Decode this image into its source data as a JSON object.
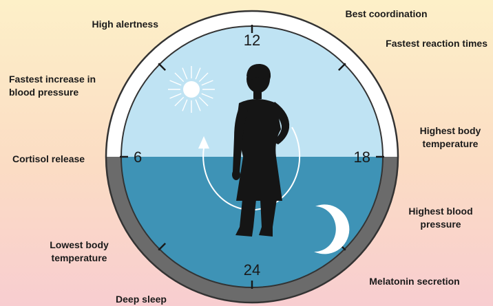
{
  "clock": {
    "hours": {
      "top": "12",
      "left": "6",
      "right": "18",
      "bottom": "24"
    },
    "colors": {
      "sky": "#bfe3f3",
      "water": "#3e93b6",
      "day_rim": "#ffffff",
      "night_rim": "#6b6b6b",
      "silhouette": "#151515"
    },
    "icons": {
      "day": "sun-icon",
      "night": "crescent-moon-icon",
      "cycle": "circular-arrow-icon"
    }
  },
  "labels": {
    "high_alertness": "High alertness",
    "best_coordination": "Best coordination",
    "fastest_reaction": "Fastest reaction times",
    "fastest_bp_line1": "Fastest increase in",
    "fastest_bp_line2": "blood pressure",
    "highest_temp_line1": "Highest body",
    "highest_temp_line2": "temperature",
    "cortisol": "Cortisol release",
    "highest_bp_line1": "Highest blood",
    "highest_bp_line2": "pressure",
    "lowest_temp_line1": "Lowest body",
    "lowest_temp_line2": "temperature",
    "melatonin": "Melatonin secretion",
    "deep_sleep": "Deep sleep"
  }
}
